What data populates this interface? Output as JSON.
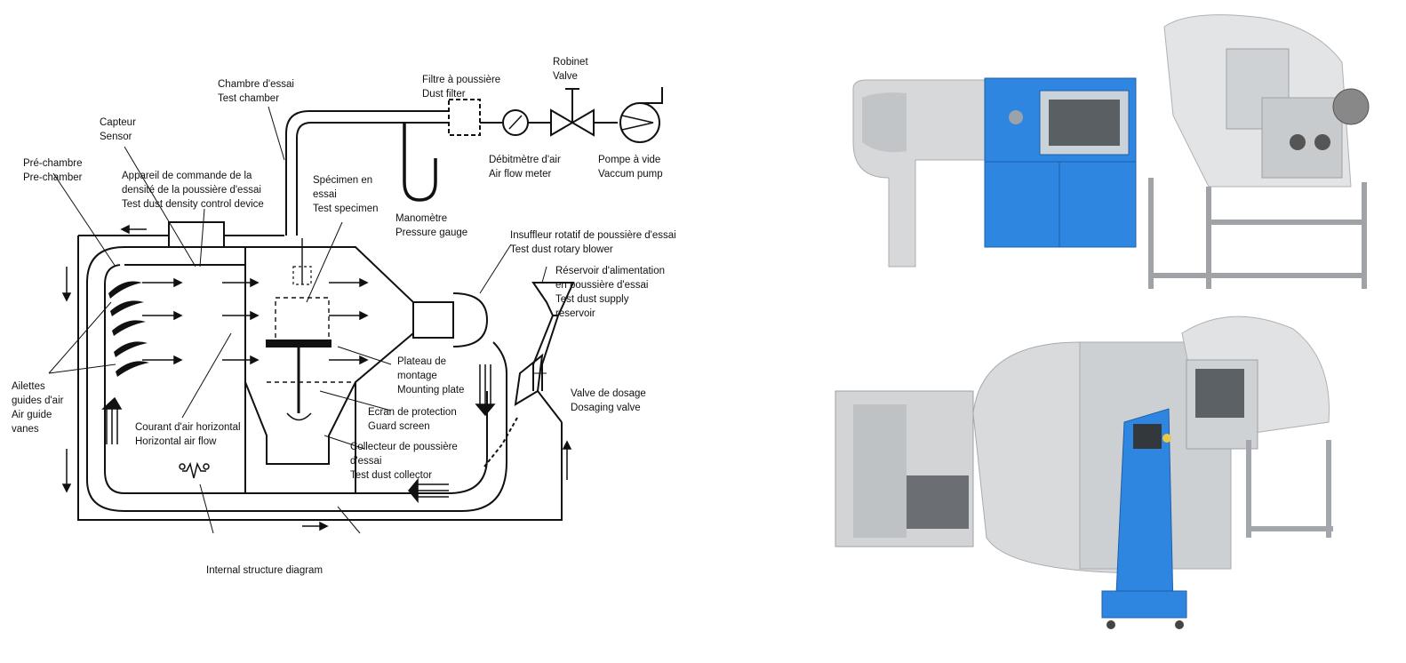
{
  "diagram": {
    "caption": "Internal structure diagram",
    "labels": {
      "robinet": "Robinet",
      "valve": "Valve",
      "filtre": "Filtre à poussière",
      "dust_filter": "Dust filter",
      "chambre": "Chambre d'essai",
      "test_chamber": "Test chamber",
      "capteur": "Capteur",
      "sensor": "Sensor",
      "prechambre": "Pré-chambre",
      "pre_chamber": "Pre-chamber",
      "appareil_1": "Appareil de commande de la",
      "appareil_2": "densité de la poussière d'essai",
      "appareil_3": "Test dust density control device",
      "specimen_fr_1": "Spécimen en",
      "specimen_fr_2": "essai",
      "specimen_en": "Test specimen",
      "debitmetre": "Débitmètre d'air",
      "air_flow_meter": "Air flow meter",
      "pompe": "Pompe à vide",
      "vacuum_pump": "Vaccum pump",
      "manometre": "Manomètre",
      "pressure_gauge": "Pressure gauge",
      "insuffleur": "Insuffleur rotatif de poussière d'essai",
      "rotary_blower": "Test dust rotary blower",
      "reservoir_1": "Réservoir d'alimentation",
      "reservoir_2": "en poussière d'essai",
      "reservoir_3": "Test dust supply",
      "reservoir_4": "reservoir",
      "plateau_1": "Plateau de",
      "plateau_2": "montage",
      "mounting_plate": "Mounting plate",
      "ailettes_1": "Ailettes",
      "ailettes_2": "guides d'air",
      "ailettes_3": "Air guide",
      "ailettes_4": "vanes",
      "valve_dosage": "Valve de dosage",
      "dosaging_valve": "Dosaging valve",
      "ecran": "Ecran de protection",
      "guard_screen": "Guard screen",
      "courant": "Courant d'air horizontal",
      "horizontal_air_flow": "Horizontal air flow",
      "collecteur_1": "Collecteur de poussière",
      "collecteur_2": "d'essai",
      "dust_collector": "Test dust collector"
    }
  },
  "photos": {
    "body_color": "#2f86e0",
    "panel_color": "#d6d8da",
    "frame_color": "#b8bcc0"
  }
}
